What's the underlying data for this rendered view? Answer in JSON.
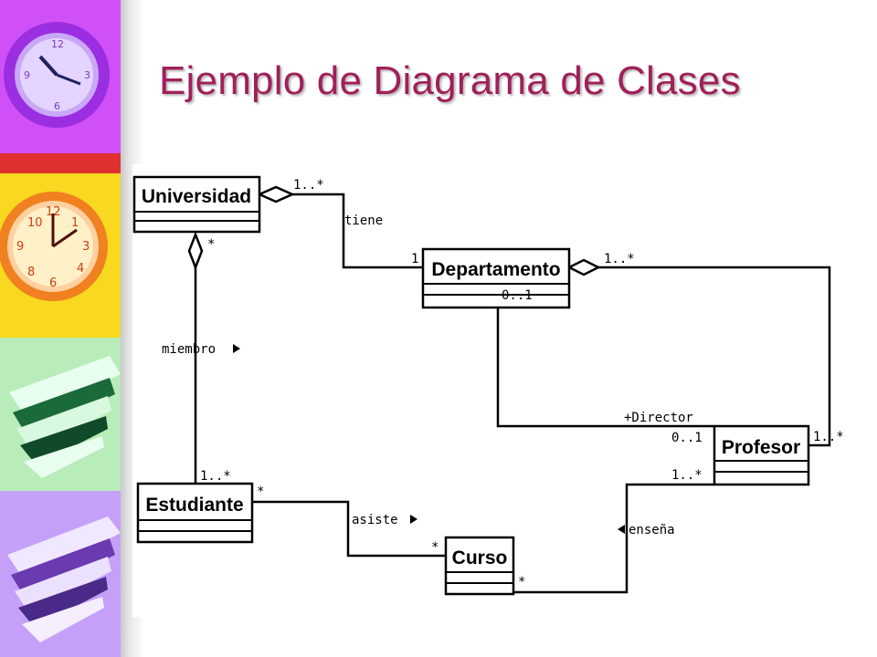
{
  "title": "Ejemplo de Diagrama de Clases",
  "colors": {
    "title": "#a0205a",
    "panel_purple": "#c040f0",
    "panel_yellow": "#f8d020",
    "panel_green": "#b8f0b8",
    "panel_lavender": "#c8a8f8"
  },
  "sidebar_images": [
    "clock-purple",
    "clock-yellow",
    "book-green",
    "book-lavender"
  ],
  "diagram": {
    "classes": {
      "universidad": "Universidad",
      "departamento": "Departamento",
      "profesor": "Profesor",
      "estudiante": "Estudiante",
      "curso": "Curso"
    },
    "labels": {
      "uni_dept_mult_uni": "1..*",
      "tiene": "tiene",
      "uni_dept_mult_dept": "1",
      "dept_prof_mult": "1..*",
      "dept_attr": "0..1",
      "uni_est_mult_uni": "*",
      "miembro": "miembro",
      "director_role": "+Director",
      "director_mult": "0..1",
      "prof_dept_mult": "1..*",
      "prof_curso_mult": "1..*",
      "est_uni_mult": "1..*",
      "est_curso_mult": "*",
      "asiste": "asiste",
      "curso_est_mult": "*",
      "curso_prof_mult": "*",
      "ensena": "enseña"
    }
  }
}
